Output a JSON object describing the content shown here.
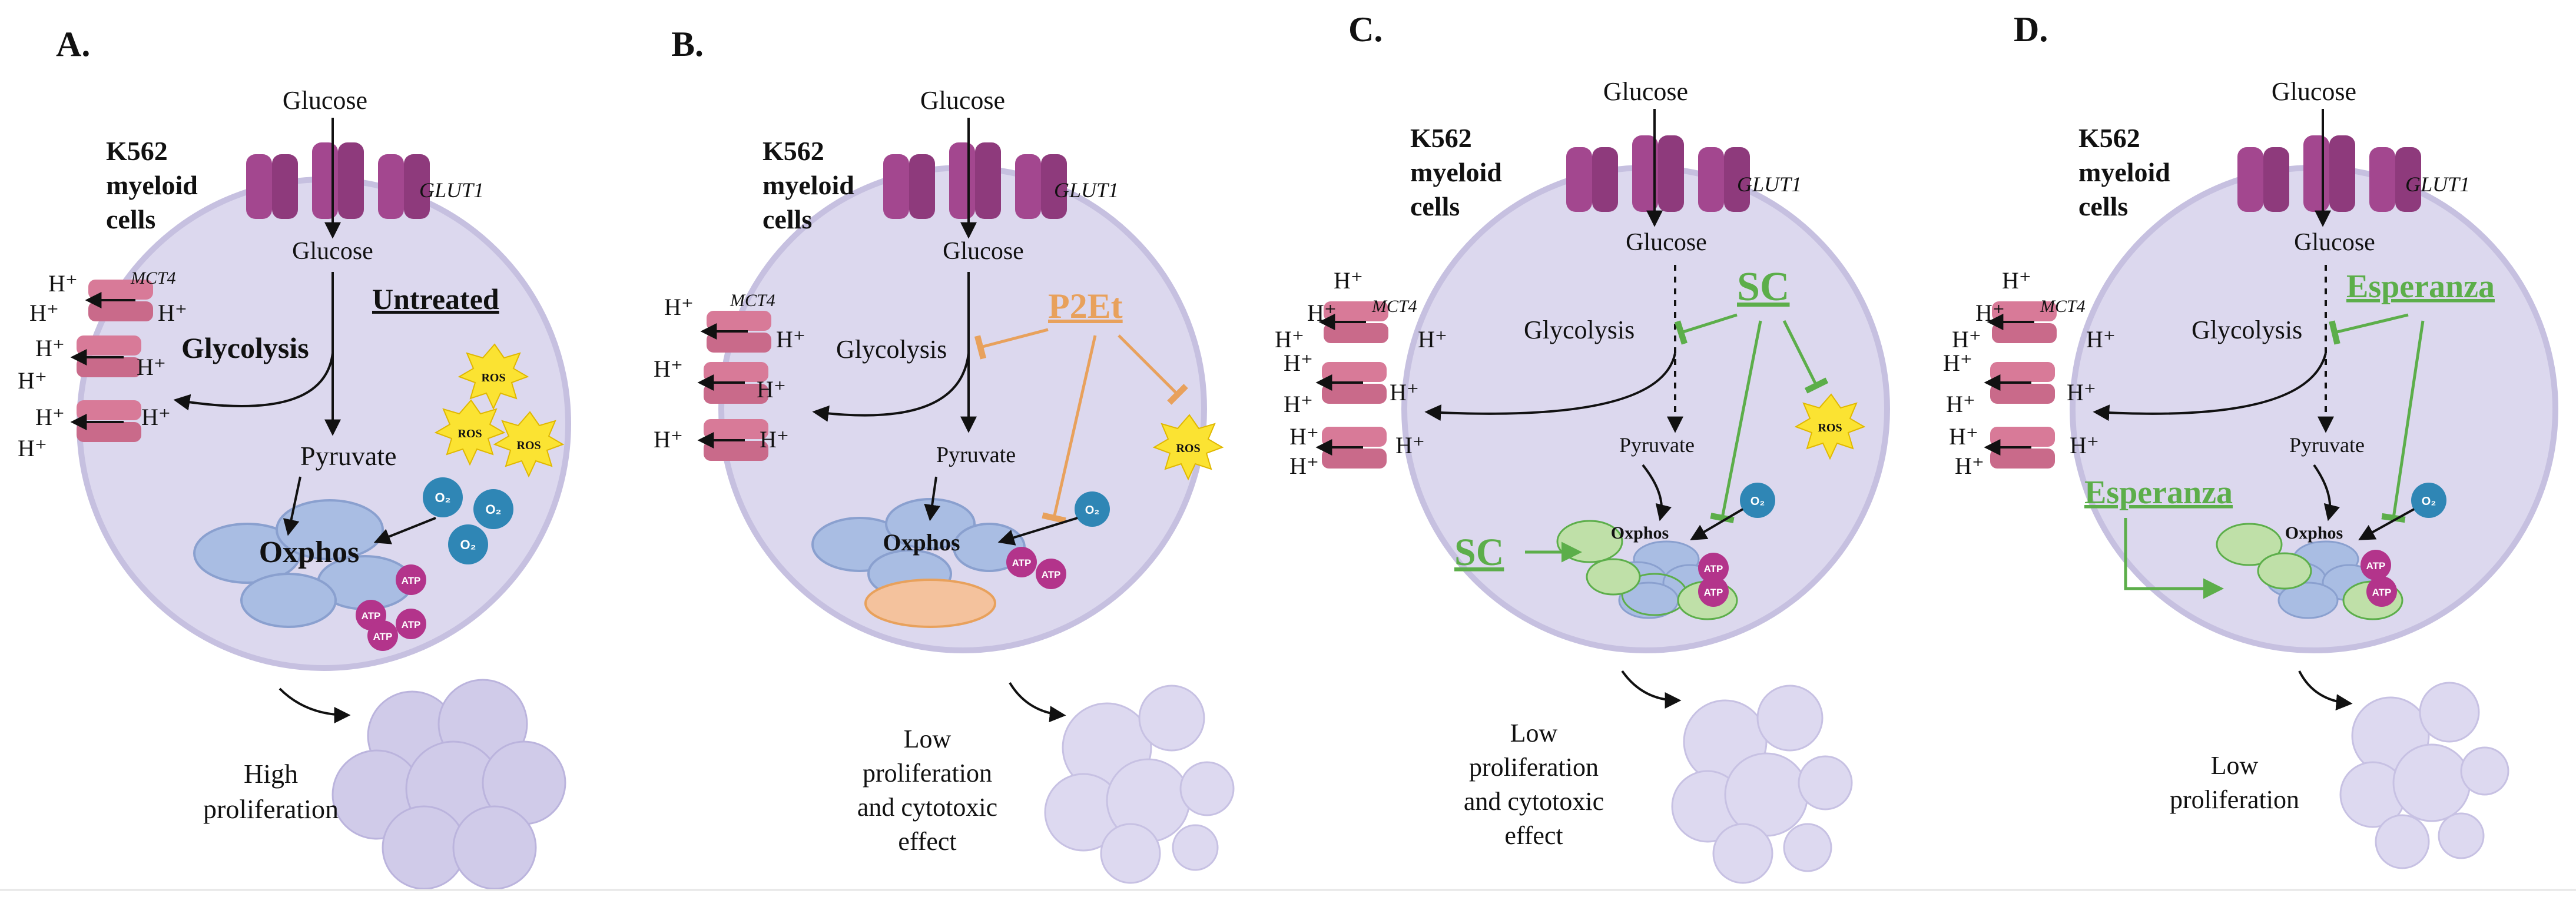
{
  "colors": {
    "cell_fill": "#dcd8ee",
    "cell_stroke": "#c6c0e0",
    "glut": "#a3478f",
    "mct": "#d87a98",
    "orange": "#e8a15c",
    "green": "#5cae4a",
    "o2": "#2f86b5",
    "atp": "#b3348b",
    "ros": "#fbe332",
    "mito": "#a9bde3"
  },
  "panels": [
    {
      "letter": "A.",
      "cell_line": [
        "K562",
        "myeloid",
        "cells"
      ],
      "glucose_out": "Glucose",
      "glucose_in": "Glucose",
      "glut": "GLUT1",
      "mct": "MCT4",
      "proton": "H⁺",
      "glycolysis": "Glycolysis",
      "pyruvate": "Pyruvate",
      "oxphos": "Oxphos",
      "o2": "O₂",
      "atp": "ATP",
      "ros": "ROS",
      "treatment": "Untreated",
      "outcome": [
        "High",
        "proliferation"
      ]
    },
    {
      "letter": "B.",
      "cell_line": [
        "K562",
        "myeloid",
        "cells"
      ],
      "glucose_out": "Glucose",
      "glucose_in": "Glucose",
      "glut": "GLUT1",
      "mct": "MCT4",
      "proton": "H⁺",
      "glycolysis": "Glycolysis",
      "pyruvate": "Pyruvate",
      "oxphos": "Oxphos",
      "o2": "O₂",
      "atp": "ATP",
      "ros": "ROS",
      "treatment": "P2Et",
      "outcome": [
        "Low",
        "proliferation",
        "and cytotoxic",
        "effect"
      ]
    },
    {
      "letter": "C.",
      "cell_line": [
        "K562",
        "myeloid",
        "cells"
      ],
      "glucose_out": "Glucose",
      "glucose_in": "Glucose",
      "glut": "GLUT1",
      "mct": "MCT4",
      "proton": "H⁺",
      "glycolysis": "Glycolysis",
      "pyruvate": "Pyruvate",
      "oxphos": "Oxphos",
      "o2": "O₂",
      "atp": "ATP",
      "ros": "ROS",
      "treatment": "SC",
      "treatment_2": "SC",
      "outcome": [
        "Low",
        "proliferation",
        "and cytotoxic",
        "effect"
      ]
    },
    {
      "letter": "D.",
      "cell_line": [
        "K562",
        "myeloid",
        "cells"
      ],
      "glucose_out": "Glucose",
      "glucose_in": "Glucose",
      "glut": "GLUT1",
      "mct": "MCT4",
      "proton": "H⁺",
      "glycolysis": "Glycolysis",
      "pyruvate": "Pyruvate",
      "oxphos": "Oxphos",
      "o2": "O₂",
      "atp": "ATP",
      "treatment": "Esperanza",
      "treatment_2": "Esperanza",
      "outcome": [
        "Low",
        "proliferation"
      ]
    }
  ]
}
